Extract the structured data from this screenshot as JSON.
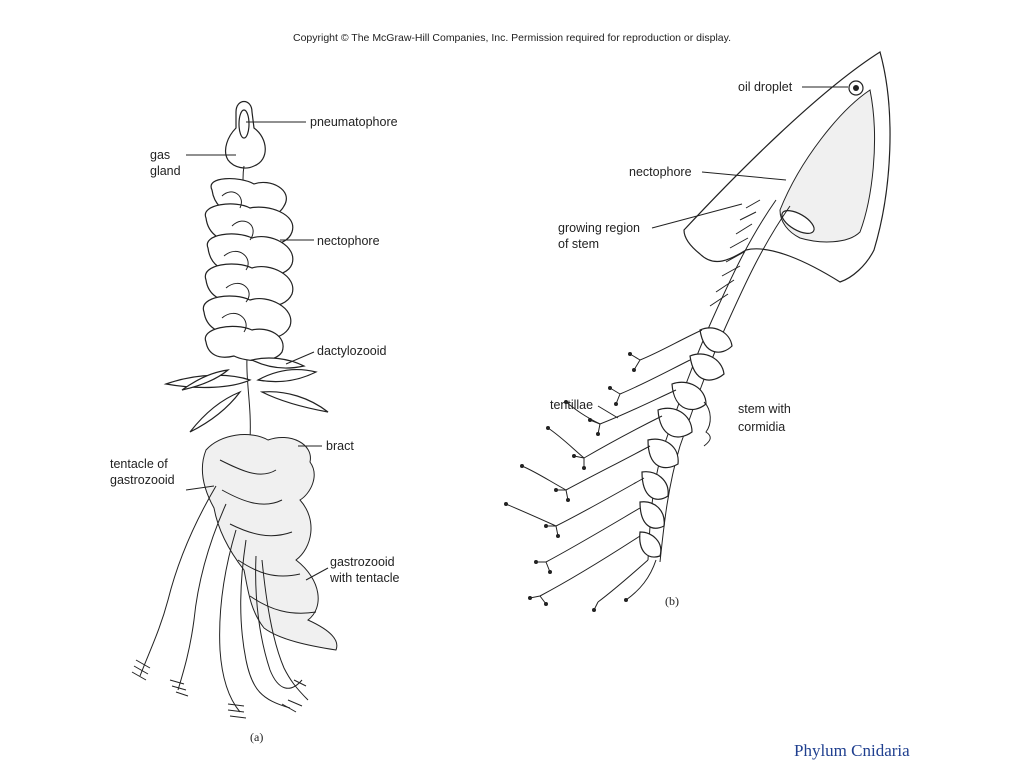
{
  "header": {
    "copyright": "Copyright © The McGraw-Hill Companies, Inc. Permission required for reproduction or display."
  },
  "figure_a": {
    "panel_label": "(a)",
    "labels": {
      "pneumatophore": "pneumatophore",
      "gas_gland_1": "gas",
      "gas_gland_2": "gland",
      "nectophore": "nectophore",
      "dactylozooid": "dactylozooid",
      "bract": "bract",
      "tentacle_1": "tentacle of",
      "tentacle_2": "gastrozooid",
      "gastrozooid_1": "gastrozooid",
      "gastrozooid_2": "with tentacle"
    }
  },
  "figure_b": {
    "panel_label": "(b)",
    "labels": {
      "oil_droplet": "oil droplet",
      "nectophore": "nectophore",
      "growing_1": "growing region",
      "growing_2": "of stem",
      "tentillae": "tentillae",
      "stem_1": "stem with",
      "stem_2": "cormidia"
    }
  },
  "footer": {
    "title": "Phylum Cnidaria"
  },
  "colors": {
    "footer_text": "#1f3f8f",
    "ink": "#222222"
  }
}
